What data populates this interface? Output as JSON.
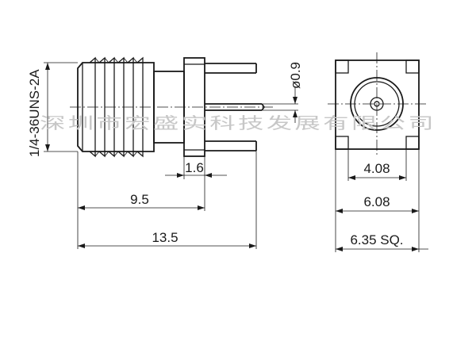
{
  "side_view": {
    "thread_label": "1/4-36UNS-2A",
    "pin_diameter_label": "ø0.9",
    "flange_width_label": "1.6",
    "body_length_label": "9.5",
    "overall_length_label": "13.5"
  },
  "end_view": {
    "inner_width_label": "4.08",
    "pin_spacing_label": "6.08",
    "flange_square_label": "6.35 SQ."
  },
  "watermark": {
    "text": "深圳市宏盛实科技发展有限公司"
  }
}
